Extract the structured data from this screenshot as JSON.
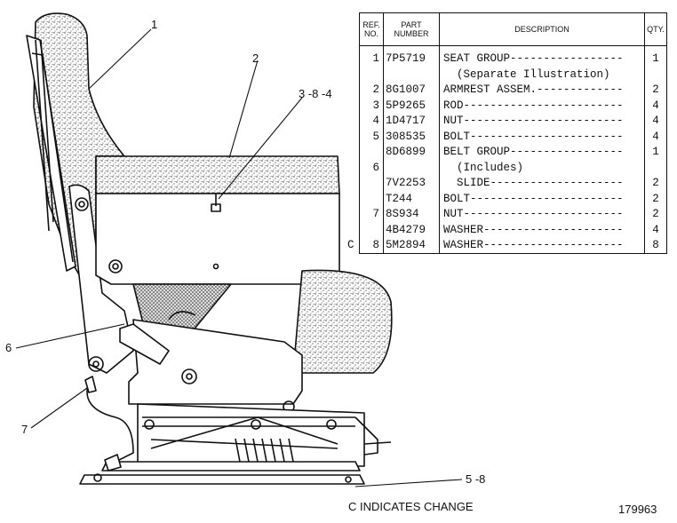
{
  "callouts": {
    "c1": "1",
    "c2": "2",
    "c3": "3 -8 -4",
    "c6": "6",
    "c7": "7",
    "c5": "5 -8"
  },
  "table": {
    "headers": {
      "ref": "REF. NO.",
      "part": "PART NUMBER",
      "desc": "DESCRIPTION",
      "qty": "QTY."
    },
    "rows": [
      {
        "c": "",
        "ref": "1",
        "part": "7P5719",
        "desc": "SEAT GROUP-----------------",
        "qty": "1"
      },
      {
        "c": "",
        "ref": "",
        "part": "",
        "desc": "  (Separate Illustration)",
        "qty": ""
      },
      {
        "c": "",
        "ref": "2",
        "part": "8G1007",
        "desc": "ARMREST ASSEM.-------------",
        "qty": "2"
      },
      {
        "c": "",
        "ref": "3",
        "part": "5P9265",
        "desc": "ROD------------------------",
        "qty": "4"
      },
      {
        "c": "",
        "ref": "4",
        "part": "1D4717",
        "desc": "NUT------------------------",
        "qty": "4"
      },
      {
        "c": "",
        "ref": "5",
        "part": "308535",
        "desc": "BOLT-----------------------",
        "qty": "4"
      },
      {
        "c": "",
        "ref": "",
        "part": "8D6899",
        "desc": "BELT GROUP-----------------",
        "qty": "1"
      },
      {
        "c": "",
        "ref": "6",
        "part": "",
        "desc": "  (Includes)",
        "qty": ""
      },
      {
        "c": "",
        "ref": "",
        "part": "7V2253",
        "desc": "  SLIDE--------------------",
        "qty": "2"
      },
      {
        "c": "",
        "ref": "",
        "part": "T244",
        "desc": "BOLT-----------------------",
        "qty": "2"
      },
      {
        "c": "",
        "ref": "7",
        "part": "8S934",
        "desc": "NUT------------------------",
        "qty": "2"
      },
      {
        "c": "",
        "ref": "",
        "part": "4B4279",
        "desc": "WASHER---------------------",
        "qty": "4"
      },
      {
        "c": "C",
        "ref": "8",
        "part": "5M2894",
        "desc": "WASHER---------------------",
        "qty": "8"
      }
    ]
  },
  "footer": "C INDICATES CHANGE",
  "figure_number": "179963"
}
